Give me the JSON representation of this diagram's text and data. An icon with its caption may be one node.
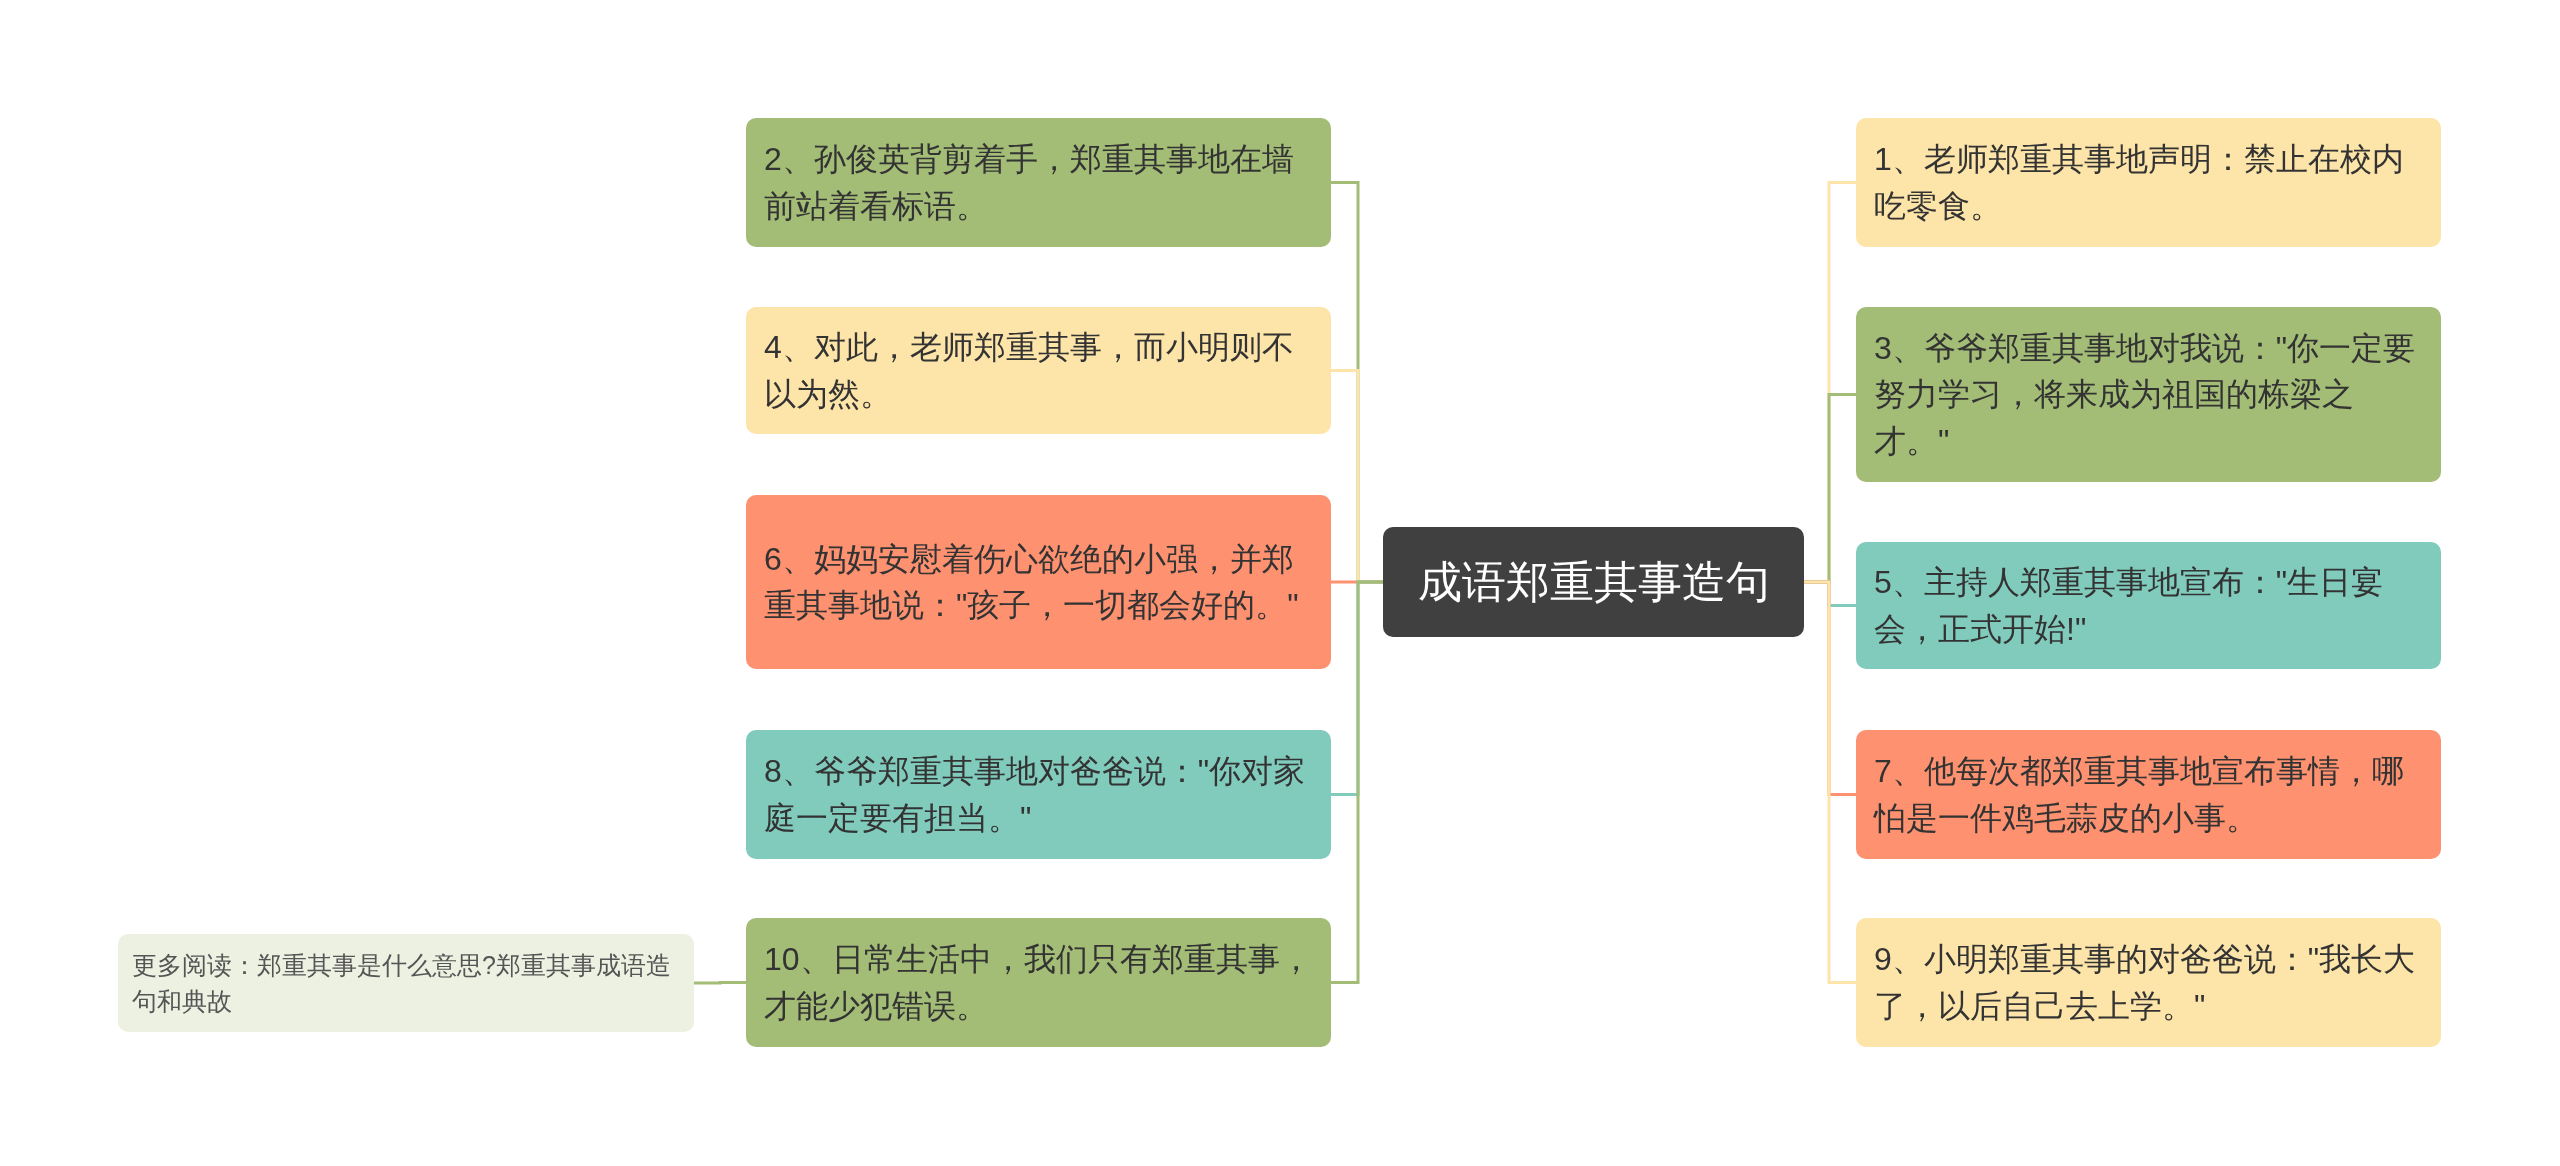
{
  "diagram": {
    "nodes": [
      {
        "text": [
          "成语郑重其事造句"
        ]
      },
      {
        "text": [
          "1、老师郑重其事地声明：禁止在校内吃零食。"
        ]
      },
      {
        "text": [
          "3、爷爷郑重其事地对我说：\"你一定要努力学习，将来成为祖国的栋梁之才。\""
        ]
      },
      {
        "text": [
          "5、主持人郑重其事地宣布：\"生日宴会，正式开始!\""
        ]
      },
      {
        "text": [
          "7、他每次都郑重其事地宣布事情，哪怕是一件鸡毛蒜皮的小事。"
        ]
      },
      {
        "text": [
          "9、小明郑重其事的对爸爸说：\"我长大了，以后自己去上学。\""
        ]
      },
      {
        "text": [
          "2、孙俊英背剪着手，郑重其事地在墙前站着看标语。"
        ]
      },
      {
        "text": [
          "4、对此，老师郑重其事，而小明则不以为然。"
        ]
      },
      {
        "text": [
          "6、妈妈安慰着伤心欲绝的小强，并郑重其事地说：\"孩子，一切都会好的。\""
        ]
      },
      {
        "text": [
          "8、爷爷郑重其事地对爸爸说：\"你对家庭一定要有担当。\""
        ]
      },
      {
        "text": [
          "10、日常生活中，我们只有郑重其事，才能少犯错误。"
        ]
      },
      {
        "text": [
          "更多阅读：郑重其事是什么意思?郑重其事成语造句和典故"
        ]
      }
    ],
    "edges": [
      {
        "from": 0,
        "to": 1,
        "arrow": "none",
        "color": "#fde4a9"
      },
      {
        "from": 0,
        "to": 2,
        "arrow": "none"
      },
      {
        "from": 0,
        "to": 3,
        "arrow": "none",
        "color": "#81cbbd"
      },
      {
        "from": 0,
        "to": 4,
        "arrow": "none",
        "color": "#fd9170"
      },
      {
        "from": 0,
        "to": 5,
        "arrow": "none",
        "color": "#fde4a9"
      },
      {
        "from": 0,
        "to": 6,
        "arrow": "none"
      },
      {
        "from": 0,
        "to": 7,
        "arrow": "none",
        "color": "#fde4a9"
      },
      {
        "from": 0,
        "to": 8,
        "arrow": "none",
        "color": "#fd9170"
      },
      {
        "from": 0,
        "to": 9,
        "arrow": "none",
        "color": "#81cbbd"
      },
      {
        "from": 0,
        "to": 10,
        "arrow": "none"
      },
      {
        "from": 10,
        "to": 11,
        "arrow": "none"
      }
    ]
  }
}
